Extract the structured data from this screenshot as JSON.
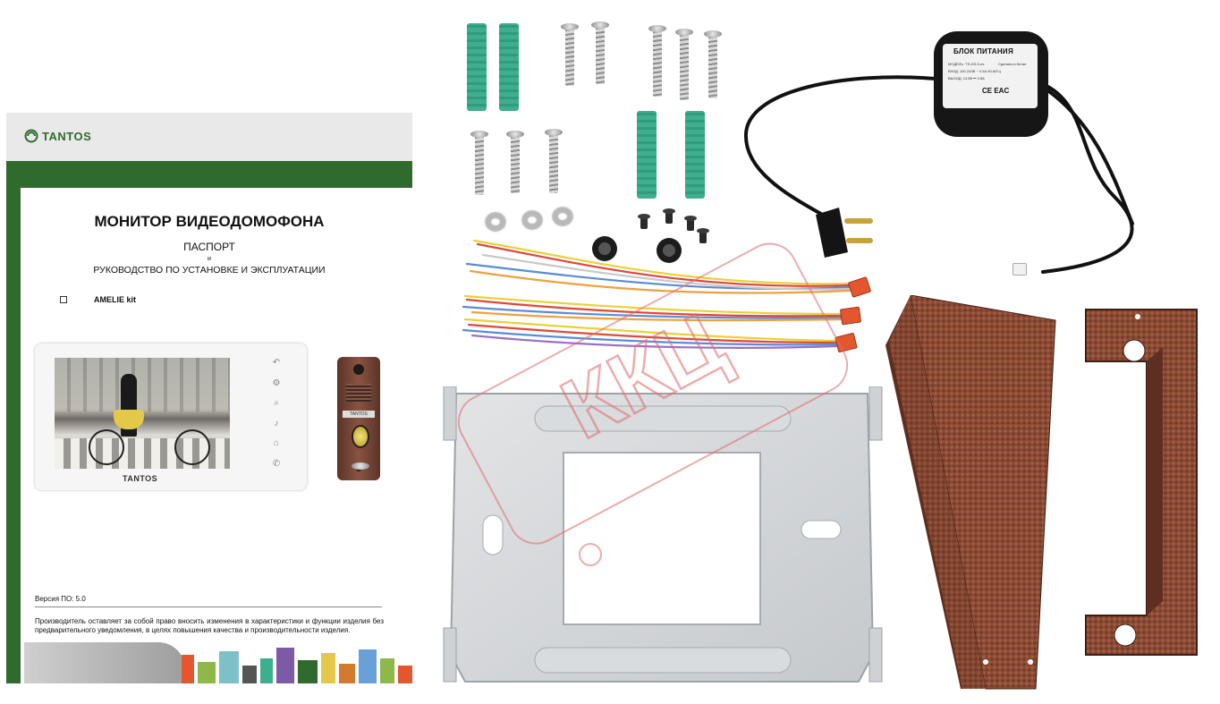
{
  "manual": {
    "brand": "TANTOS",
    "title": "МОНИТОР ВИДЕОДОМОФОНА",
    "subtitle": "ПАСПОРТ",
    "and": "и",
    "subtitle2": "РУКОВОДСТВО ПО УСТАНОВКЕ И ЭКСПЛУАТАЦИИ",
    "model": "AMELIE kit",
    "monitor_brand": "TANTOS",
    "panel_plate": "TANTOS",
    "version": "Версия ПО: 5.0",
    "disclaimer": "Производитель оставляет за собой право вносить изменения в характеристики и функции изделия без предварительного уведомления, в целях повышения качества и производительности изделия."
  },
  "psu": {
    "title": "БЛОК ПИТАНИЯ",
    "line1": "МОДЕЛЬ: TS-DS-5-es",
    "line1b": "Сделано в Китае",
    "line2": "ВХОД: 100-240В ~ 0.5А  50-60Гц",
    "line3": "ВЫХОД: 14.5В ⎓ 0.8А",
    "marks": "CE EAC"
  },
  "watermark": "ККЦ",
  "colors": {
    "tantos_green": "#2f6b2d",
    "anchor_teal": "#3fae8e",
    "copper": "#8a4a33",
    "connector_orange": "#e4572e",
    "watermark_red": "#e06a6a"
  },
  "icons": [
    "tantos-logo-icon",
    "back-icon",
    "settings-icon",
    "intercom-icon",
    "mic-icon",
    "home-icon",
    "phone-icon"
  ]
}
